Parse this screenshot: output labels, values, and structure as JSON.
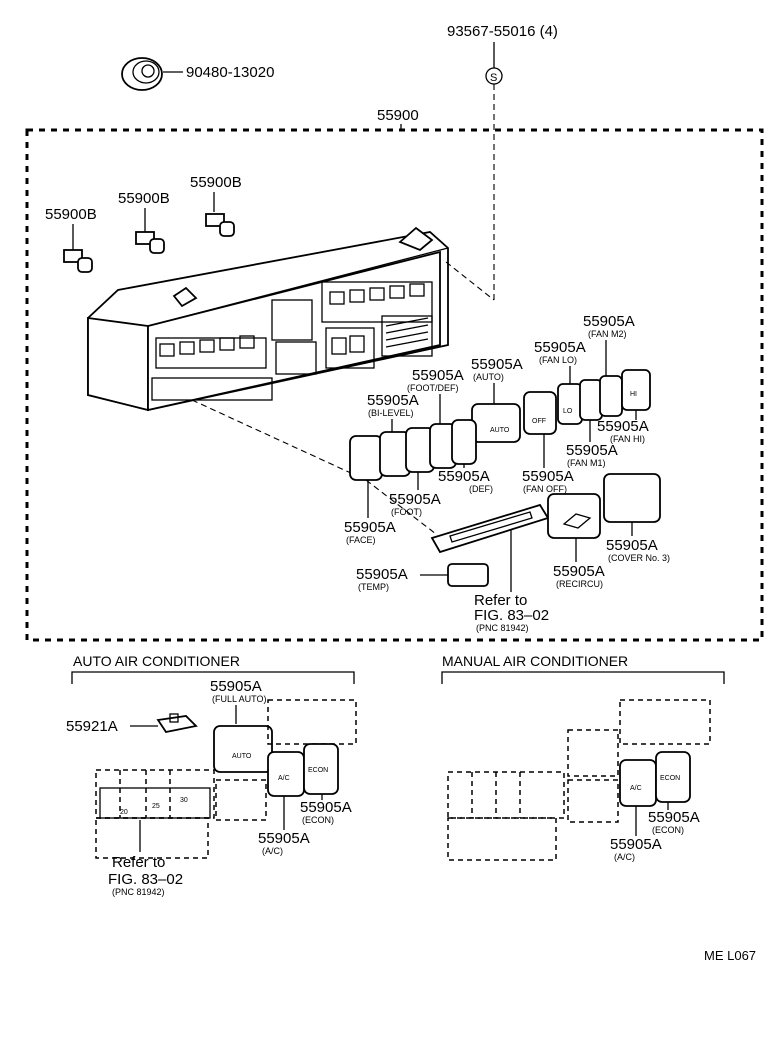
{
  "labels": {
    "grommet": "90480-13020",
    "screw": "93567-55016 (4)",
    "screw_symbol": "S",
    "assy": "55900",
    "bulb_a": "55900B",
    "bulb_b": "55900B",
    "bulb_c": "55900B",
    "fan_m2": "55905A",
    "fan_m2_sub": "(FAN M2)",
    "fan_lo": "55905A",
    "fan_lo_sub": "(FAN LO)",
    "auto": "55905A",
    "auto_sub": "(AUTO)",
    "foot_def": "55905A",
    "foot_def_sub": "(FOOT/DEF)",
    "bi_level": "55905A",
    "bi_level_sub": "(BI-LEVEL)",
    "fan_hi": "55905A",
    "fan_hi_sub": "(FAN HI)",
    "fan_m1": "55905A",
    "fan_m1_sub": "(FAN M1)",
    "def": "55905A",
    "def_sub": "(DEF)",
    "fan_off": "55905A",
    "fan_off_sub": "(FAN OFF)",
    "foot": "55905A",
    "foot_sub": "(FOOT)",
    "face": "55905A",
    "face_sub": "(FACE)",
    "cover": "55905A",
    "cover_sub": "(COVER No. 3)",
    "recircu": "55905A",
    "recircu_sub": "(RECIRCU)",
    "temp": "55905A",
    "temp_sub": "(TEMP)",
    "refer1": "Refer to",
    "refer1_fig": "FIG. 83–02",
    "refer1_pnc": "(PNC 81942)",
    "auto_hdr": "AUTO AIR CONDITIONER",
    "manual_hdr": "MANUAL AIR CONDITIONER",
    "full_auto": "55905A",
    "full_auto_sub": "(FULL AUTO)",
    "clip": "55921A",
    "auto_econ": "55905A",
    "auto_econ_sub": "(ECON)",
    "auto_ac": "55905A",
    "auto_ac_sub": "(A/C)",
    "refer2": "Refer to",
    "refer2_fig": "FIG. 83–02",
    "refer2_pnc": "(PNC 81942)",
    "man_econ": "55905A",
    "man_econ_sub": "(ECON)",
    "man_ac": "55905A",
    "man_ac_sub": "(A/C)",
    "code": "ME L067"
  },
  "button_text": {
    "off": "OFF",
    "lo": "LO",
    "hi": "HI",
    "auto": "AUTO",
    "ac": "A/C",
    "econ": "ECON",
    "scale_20": "20",
    "scale_25": "25",
    "scale_30": "30"
  }
}
